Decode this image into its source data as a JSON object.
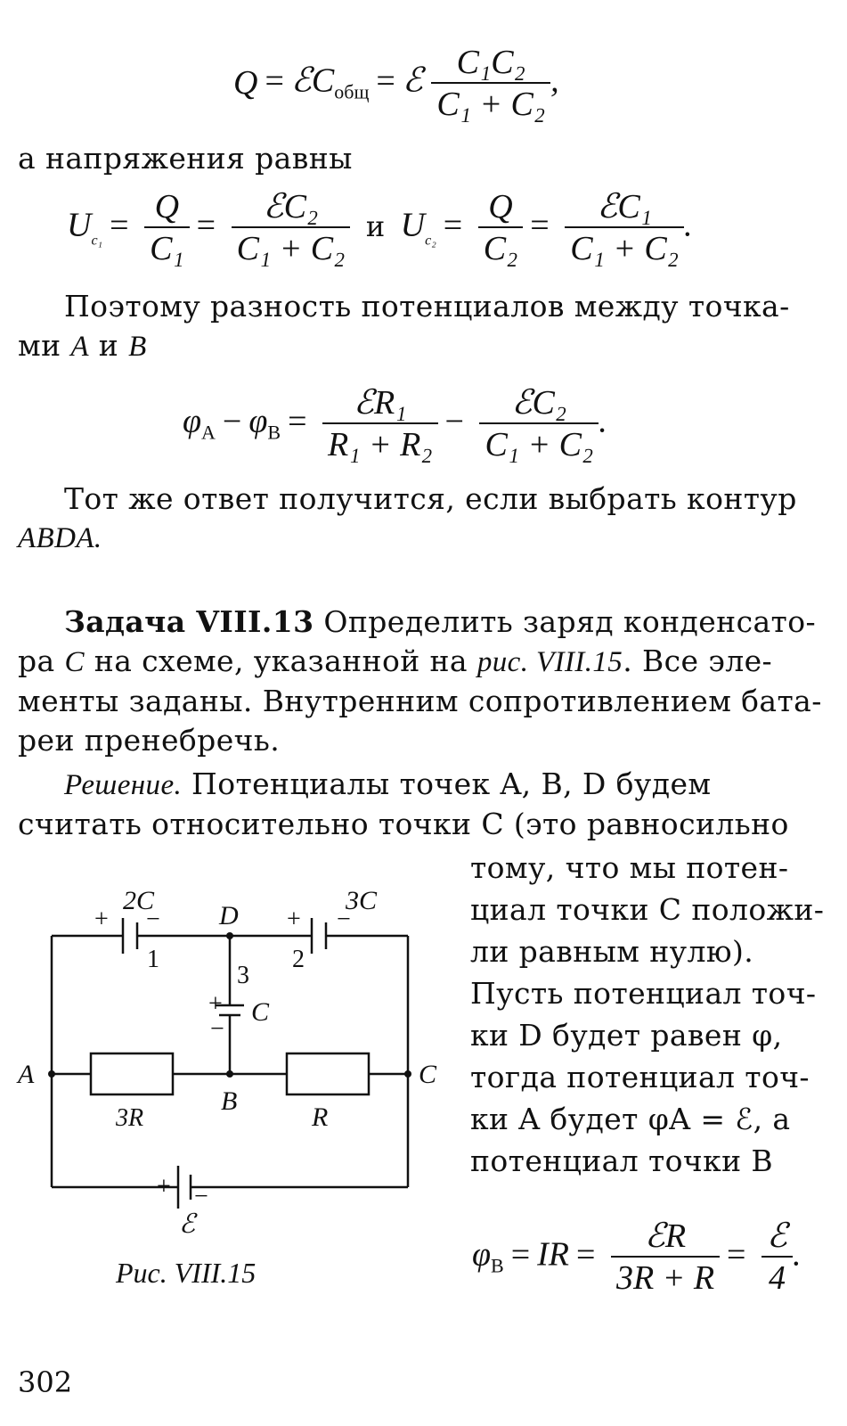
{
  "formula_q": {
    "lhs": "Q",
    "c_obsch": "C",
    "obsch_sub": "общ",
    "emf": "ℰ",
    "num": "C₁C₂",
    "den": "C₁ + C₂",
    "tail": ","
  },
  "line_voltages": "а напряжения равны",
  "formula_u": {
    "u1": "U",
    "u1_sub": "c₁",
    "q": "Q",
    "c1": "C₁",
    "num1": "ℰC₂",
    "den1": "C₁ + C₂",
    "and": "и",
    "u2": "U",
    "u2_sub": "c₂",
    "c2": "C₂",
    "num2": "ℰC₁",
    "den2": "C₁ + C₂",
    "tail": "."
  },
  "para_potential": {
    "line1": "Поэтому разность потенциалов между точка-",
    "line2_pre": "ми ",
    "a": "A",
    "and": " и ",
    "b": "B"
  },
  "formula_phi": {
    "phi_a": "φ",
    "a": "A",
    "phi_b": "φ",
    "b": "B",
    "num1": "ℰR₁",
    "den1": "R₁ + R₂",
    "num2": "ℰC₂",
    "den2": "C₁ + C₂",
    "tail": "."
  },
  "para_same": {
    "line1": "Тот же ответ получится, если выбрать контур",
    "line2": "ABDA."
  },
  "task": {
    "title": "Задача VIII.13",
    "line1_rest": " Определить заряд конденсато-",
    "line2_a": "ра ",
    "line2_c": "C",
    "line2_b": " на схеме, указанной на ",
    "line2_ref": "рис. VIII.15",
    "line2_d": ". Все эле-",
    "line3": "менты заданы. Внутренним сопротивлением бата-",
    "line4": "реи пренебречь."
  },
  "solution": {
    "label": "Решение.",
    "line1_rest": " Потенциалы точек A, B, D будем",
    "line2": "считать относительно точки C (это равносильно",
    "right_lines": [
      "тому, что мы потен-",
      "циал точки C положи-",
      "ли равным нулю).",
      "Пусть потенциал точ-",
      "ки D будет равен φ,",
      "тогда потенциал точ-",
      "ки A будет φA = ℰ, а",
      "потенциал точки B"
    ]
  },
  "formula_phib": {
    "phi": "φ",
    "b": "B",
    "ir": "IR",
    "num1": "ℰR",
    "den1": "3R + R",
    "num2": "ℰ",
    "den2": "4",
    "tail": "."
  },
  "figure": {
    "caption": "Рис. VIII.15",
    "cap_2c": "2C",
    "cap_3c": "3C",
    "cap_c": "C",
    "node_d": "D",
    "node_a": "A",
    "node_b": "B",
    "node_c": "C",
    "res_3r": "3R",
    "res_r": "R",
    "emf": "ℰ",
    "plus": "+",
    "minus": "−",
    "n1": "1",
    "n2": "2",
    "n3": "3"
  },
  "page_number": "302"
}
